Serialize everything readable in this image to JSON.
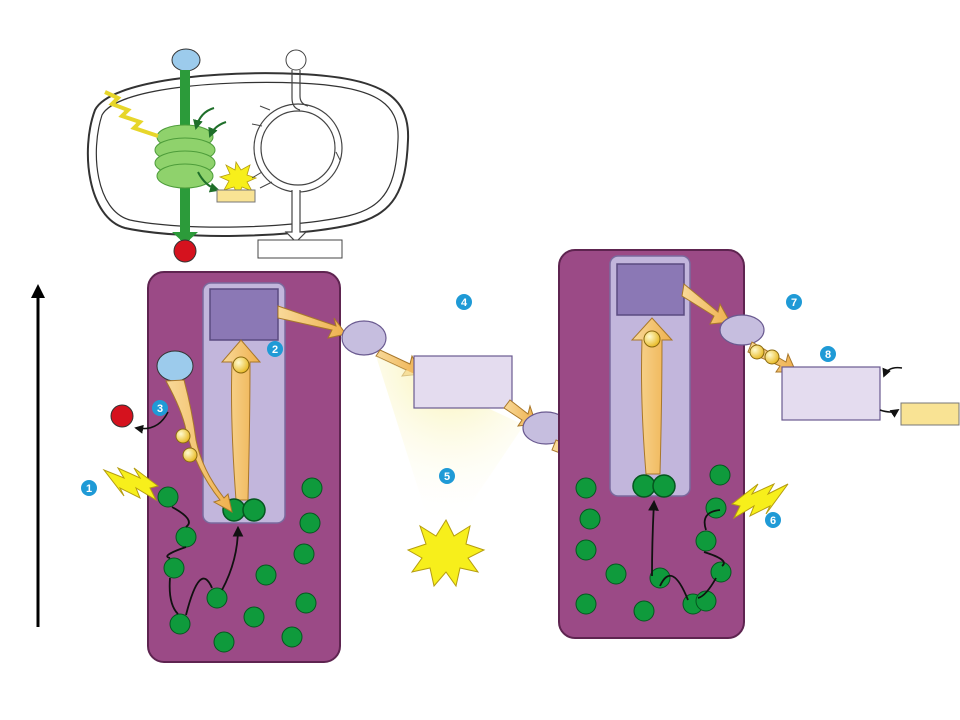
{
  "colors": {
    "background": "#ffffff",
    "photosystem": "#9b4a86",
    "photosystem_border": "#5e2450",
    "inner_panel": "#c2b6dc",
    "inner_panel_border": "#7a6a9e",
    "reaction_center": "#8b78b5",
    "chlorophyll": "#0f9a3c",
    "chlorophyll_dark": "#05561f",
    "electron": "#f4d03f",
    "arrow_orange": "#f5c870",
    "carrier": "#c6bedf",
    "box": "#e4dcef",
    "product_box": "#f9e394",
    "light": "#f7ef1b",
    "water": "#9ccbec",
    "oxygen": "#d5121e",
    "badge": "#1f9ad6",
    "thylakoid": "#8fd26c"
  },
  "steps": [
    {
      "n": "1"
    },
    {
      "n": "2"
    },
    {
      "n": "3"
    },
    {
      "n": "4"
    },
    {
      "n": "5"
    },
    {
      "n": "6"
    },
    {
      "n": "7"
    },
    {
      "n": "8"
    }
  ],
  "icons": {
    "light": "lightning-bolt-icon",
    "electron": "electron-icon",
    "energy": "energy-burst-icon"
  }
}
